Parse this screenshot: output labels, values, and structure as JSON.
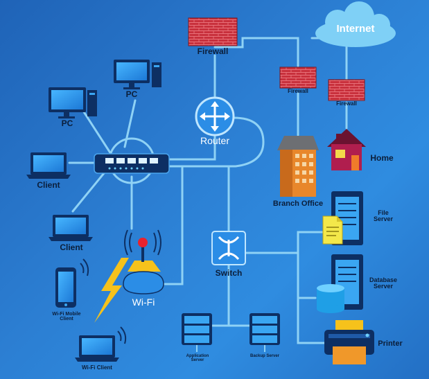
{
  "colors": {
    "background": "#2a7bd0",
    "link": "#8fd2f5",
    "brick": "#c8303c",
    "device_dark": "#0d2f63",
    "screen": "#2e9cf0",
    "accent_yellow": "#f6c21b"
  },
  "labels": {
    "internet": "Internet",
    "firewall_main": "Firewall",
    "firewall_branch": "Firewall",
    "firewall_home": "Firewall",
    "router": "Router",
    "home": "Home",
    "branch_office": "Branch Office",
    "file_server": "File\nServer",
    "database_server": "Database\nServer",
    "printer": "Printer",
    "switch": "Switch",
    "application_server": "Application\nServer",
    "backup_server": "Backup Server",
    "pc_top": "PC",
    "pc_left": "PC",
    "client_top": "Client",
    "client_bottom": "Client",
    "wifi": "Wi-Fi",
    "wifi_mobile_client": "Wi-Fi Mobile\nClient",
    "wifi_client": "Wi-Fi Client"
  },
  "icons": [
    "cloud-icon",
    "firewall-icon",
    "router-icon",
    "house-icon",
    "building-icon",
    "server-icon",
    "document-icon",
    "database-icon",
    "printer-icon",
    "switch-icon",
    "hub-icon",
    "desktop-pc-icon",
    "laptop-icon",
    "wifi-access-point-icon",
    "smartphone-icon",
    "lightning-icon",
    "wifi-waves-icon"
  ]
}
